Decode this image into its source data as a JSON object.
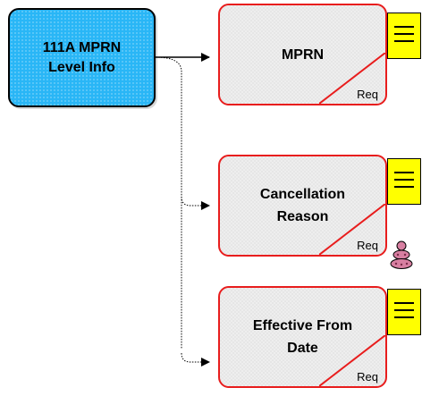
{
  "diagram": {
    "root": {
      "label": "111A MPRN\nLevel Info"
    },
    "children": [
      {
        "label": "MPRN",
        "tag": "Req"
      },
      {
        "label": "Cancellation\nReason",
        "tag": "Req"
      },
      {
        "label": "Effective From\nDate",
        "tag": "Req"
      }
    ]
  },
  "colors": {
    "root_fill": "#29b6f6",
    "child_border": "#e81d1d",
    "child_fill": "#eeeeee",
    "note_fill": "#ffff00"
  },
  "icons": {
    "note": "document-note-icon",
    "person": "person-icon"
  }
}
